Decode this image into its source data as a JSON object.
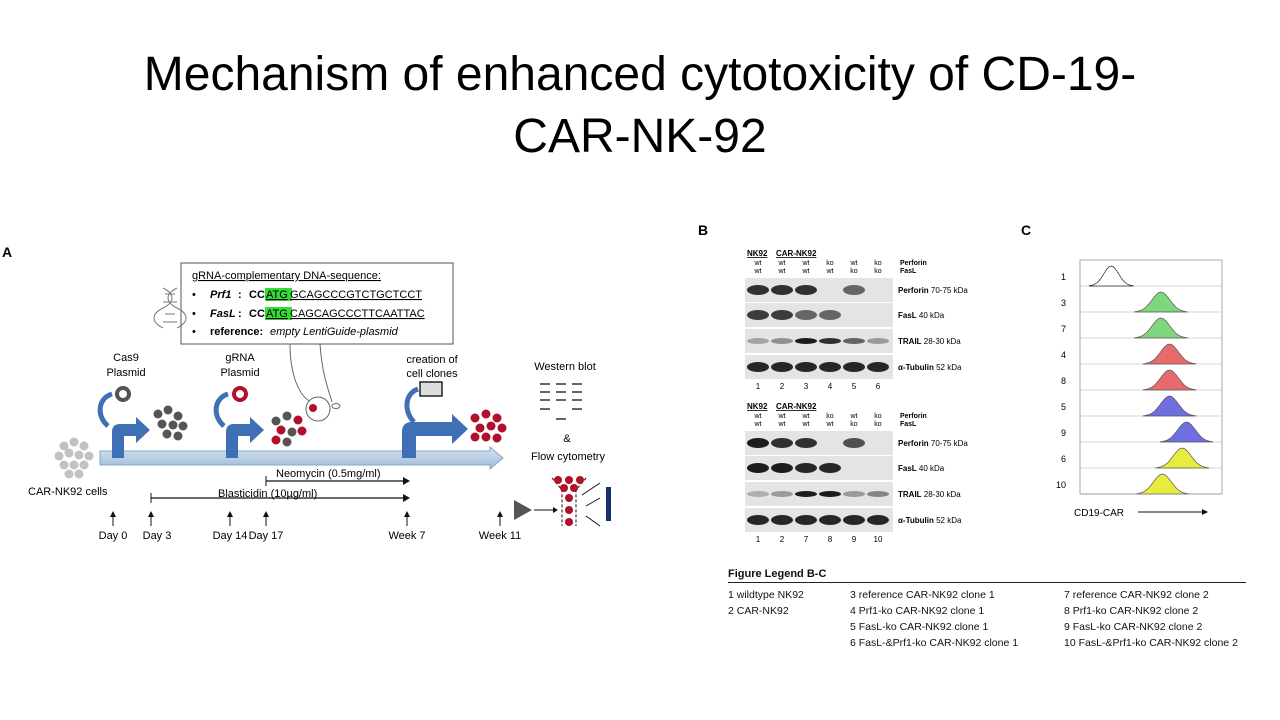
{
  "title": "Mechanism of enhanced cytotoxicity of CD-19-CAR-NK-92",
  "title_line1": "Mechanism of enhanced cytotoxicity of CD-19-",
  "title_line2": "CAR-NK-92",
  "panel_a": {
    "letter": "A",
    "grna_box": {
      "heading": "gRNA-complementary DNA-sequence:",
      "rows": [
        {
          "gene": "Prf1",
          "seq_pre": "CC",
          "seq_hl": "ATG",
          "seq_post": "GCAGCCCGTCTGCTCCT"
        },
        {
          "gene": "FasL",
          "seq_pre": "CC",
          "seq_hl": "ATG",
          "seq_post": "CAGCAGCCCTTCAATTAC"
        }
      ],
      "reference_label": "reference:",
      "reference_text": "empty LentiGuide-plasmid"
    },
    "labels": {
      "cas9_1": "Cas9",
      "cas9_2": "Plasmid",
      "grna_1": "gRNA",
      "grna_2": "Plasmid",
      "clones_1": "creation of",
      "clones_2": "cell clones",
      "western": "Western blot",
      "amp": "&",
      "flow": "Flow cytometry",
      "cells": "CAR-NK92 cells",
      "neomycin": "Neomycin (0.5mg/ml)",
      "blasticidin": "Blasticidin (10µg/ml)"
    },
    "timeline": [
      "Day 0",
      "Day 3",
      "Day 14",
      "Day 17",
      "Week 7",
      "Week 11"
    ]
  },
  "panel_b": {
    "letter": "B",
    "group_nk92": "NK92",
    "group_car": "CAR-NK92",
    "perforin_label": "Perforin",
    "fasl_label": "FasL",
    "blot1": {
      "perforin_status": [
        "wt",
        "wt",
        "wt",
        "ko",
        "wt",
        "ko"
      ],
      "fasl_status": [
        "wt",
        "wt",
        "wt",
        "wt",
        "ko",
        "ko"
      ],
      "lanes": [
        "1",
        "2",
        "3",
        "4",
        "5",
        "6"
      ]
    },
    "blot2": {
      "perforin_status": [
        "wt",
        "wt",
        "wt",
        "ko",
        "wt",
        "ko"
      ],
      "fasl_status": [
        "wt",
        "wt",
        "wt",
        "wt",
        "ko",
        "ko"
      ],
      "lanes": [
        "1",
        "2",
        "7",
        "8",
        "9",
        "10"
      ]
    },
    "bands": [
      {
        "name": "Perforin",
        "size": "70-75 kDa"
      },
      {
        "name": "FasL",
        "size": "40 kDa"
      },
      {
        "name": "TRAIL",
        "size": "28-30 kDa"
      },
      {
        "name": "α-Tubulin",
        "size": "52 kDa"
      }
    ]
  },
  "panel_c": {
    "letter": "C",
    "rows": [
      {
        "label": "1",
        "color": "#ffffff"
      },
      {
        "label": "3",
        "color": "#7fd67f"
      },
      {
        "label": "7",
        "color": "#7fd67f"
      },
      {
        "label": "4",
        "color": "#e86a6a"
      },
      {
        "label": "8",
        "color": "#e86a6a"
      },
      {
        "label": "5",
        "color": "#6f6fe0"
      },
      {
        "label": "9",
        "color": "#6f6fe0"
      },
      {
        "label": "6",
        "color": "#e8ec3c"
      },
      {
        "label": "10",
        "color": "#e8ec3c"
      }
    ],
    "xlabel": "CD19-CAR"
  },
  "legend": {
    "heading": "Figure Legend B-C",
    "col1": [
      "1  wildtype NK92",
      "2  CAR-NK92"
    ],
    "col2": [
      "3  reference CAR-NK92 clone 1",
      "4  Prf1-ko  CAR-NK92 clone 1",
      "5  FasL-ko CAR-NK92 clone 1",
      "6  FasL-&Prf1-ko CAR-NK92 clone 1"
    ],
    "col3": [
      "7  reference CAR-NK92 clone 2",
      "8  Prf1-ko  CAR-NK92 clone 2",
      "9  FasL-ko CAR-NK92 clone 2",
      "10 FasL-&Prf1-ko CAR-NK92 clone 2"
    ]
  }
}
